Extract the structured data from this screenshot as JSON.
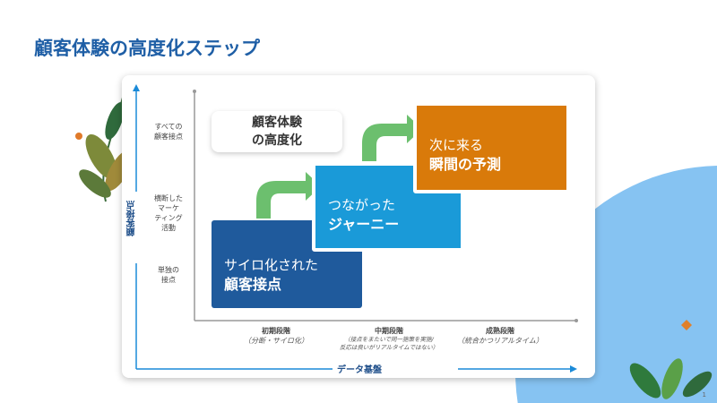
{
  "title": "顧客体験の高度化ステップ",
  "y_axis": {
    "label": "顧客接点",
    "levels": [
      "すべての\n顧客接点",
      "横断した\nマーケ\nティング\n活動",
      "単独の\n接点"
    ]
  },
  "x_axis": {
    "label": "データ基盤",
    "stages": [
      {
        "name": "初期段階",
        "desc": "（分断・サイロ化）"
      },
      {
        "name": "中期段階",
        "desc": "（接点をまたいで同一施策を実施/\n反応は良いがリアルタイムではない）"
      },
      {
        "name": "成熟段階",
        "desc": "（統合かつリアルタイム）"
      }
    ]
  },
  "callout": "顧客体験\nの高度化",
  "steps": [
    {
      "line1": "サイロ化された",
      "line2": "顧客接点",
      "color": "#1f5a9c"
    },
    {
      "line1": "つながった",
      "line2": "ジャーニー",
      "color": "#1a9ad8"
    },
    {
      "line1": "次に来る",
      "line2": "瞬間の予測",
      "color": "#d97a0a"
    }
  ],
  "page_number": "1"
}
